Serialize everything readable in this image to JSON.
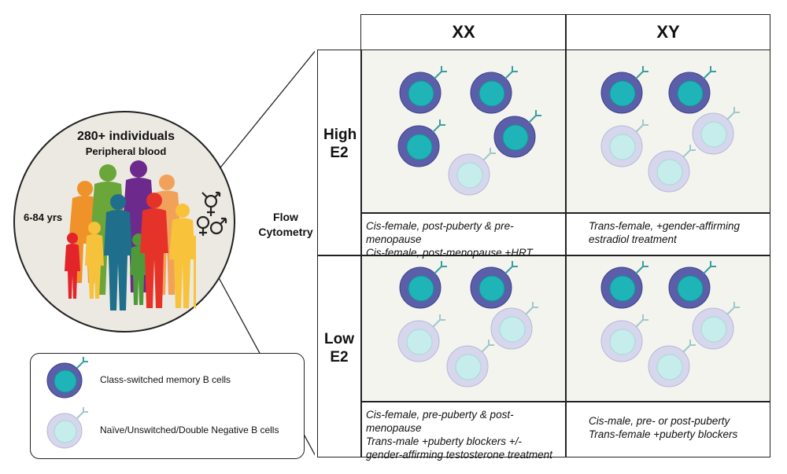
{
  "population": {
    "title": "280+ individuals",
    "subtitle": "Peripheral blood",
    "age_range": "6-84 yrs"
  },
  "method_label": "Flow Cytometry",
  "columns": [
    "XX",
    "XY"
  ],
  "rows": [
    {
      "label": "High E2",
      "cells": [
        {
          "captions": [
            "Cis-female, post-puberty & pre-menopause",
            "Cis-female, post-menopause +HRT"
          ]
        },
        {
          "captions": [
            "Trans-female, +gender-affirming",
            "estradiol treatment"
          ]
        }
      ]
    },
    {
      "label": "Low E2",
      "cells": [
        {
          "captions": [
            "Cis-female, pre-puberty & post-menopause",
            "Trans-male +puberty blockers +/-",
            "gender-affirming testosterone treatment"
          ]
        },
        {
          "captions": [
            "Cis-male, pre- or post-puberty",
            "Trans-female +puberty blockers"
          ]
        }
      ]
    }
  ],
  "legend": [
    {
      "label": "Class-switched memory B cells",
      "cell_type": "memory"
    },
    {
      "label": "Naïve/Unswitched/Double Negative B cells",
      "cell_type": "naive"
    }
  ],
  "panel_cells": [
    {
      "memory": 4,
      "naive": 1
    },
    {
      "memory": 2,
      "naive": 3
    },
    {
      "memory": 2,
      "naive": 3
    },
    {
      "memory": 2,
      "naive": 3
    }
  ],
  "colors": {
    "memory_outer": "#5b5ea8",
    "memory_nucleus": "#1fb4b8",
    "naive_outer": "#d6d6ec",
    "naive_nucleus": "#c6ecec",
    "panel_bg": "#f4f4ef",
    "circle_bg": "#ebe9e1"
  },
  "icons": [
    "gender-symbols-icon",
    "people-silhouettes-icon",
    "b-cell-icon"
  ]
}
